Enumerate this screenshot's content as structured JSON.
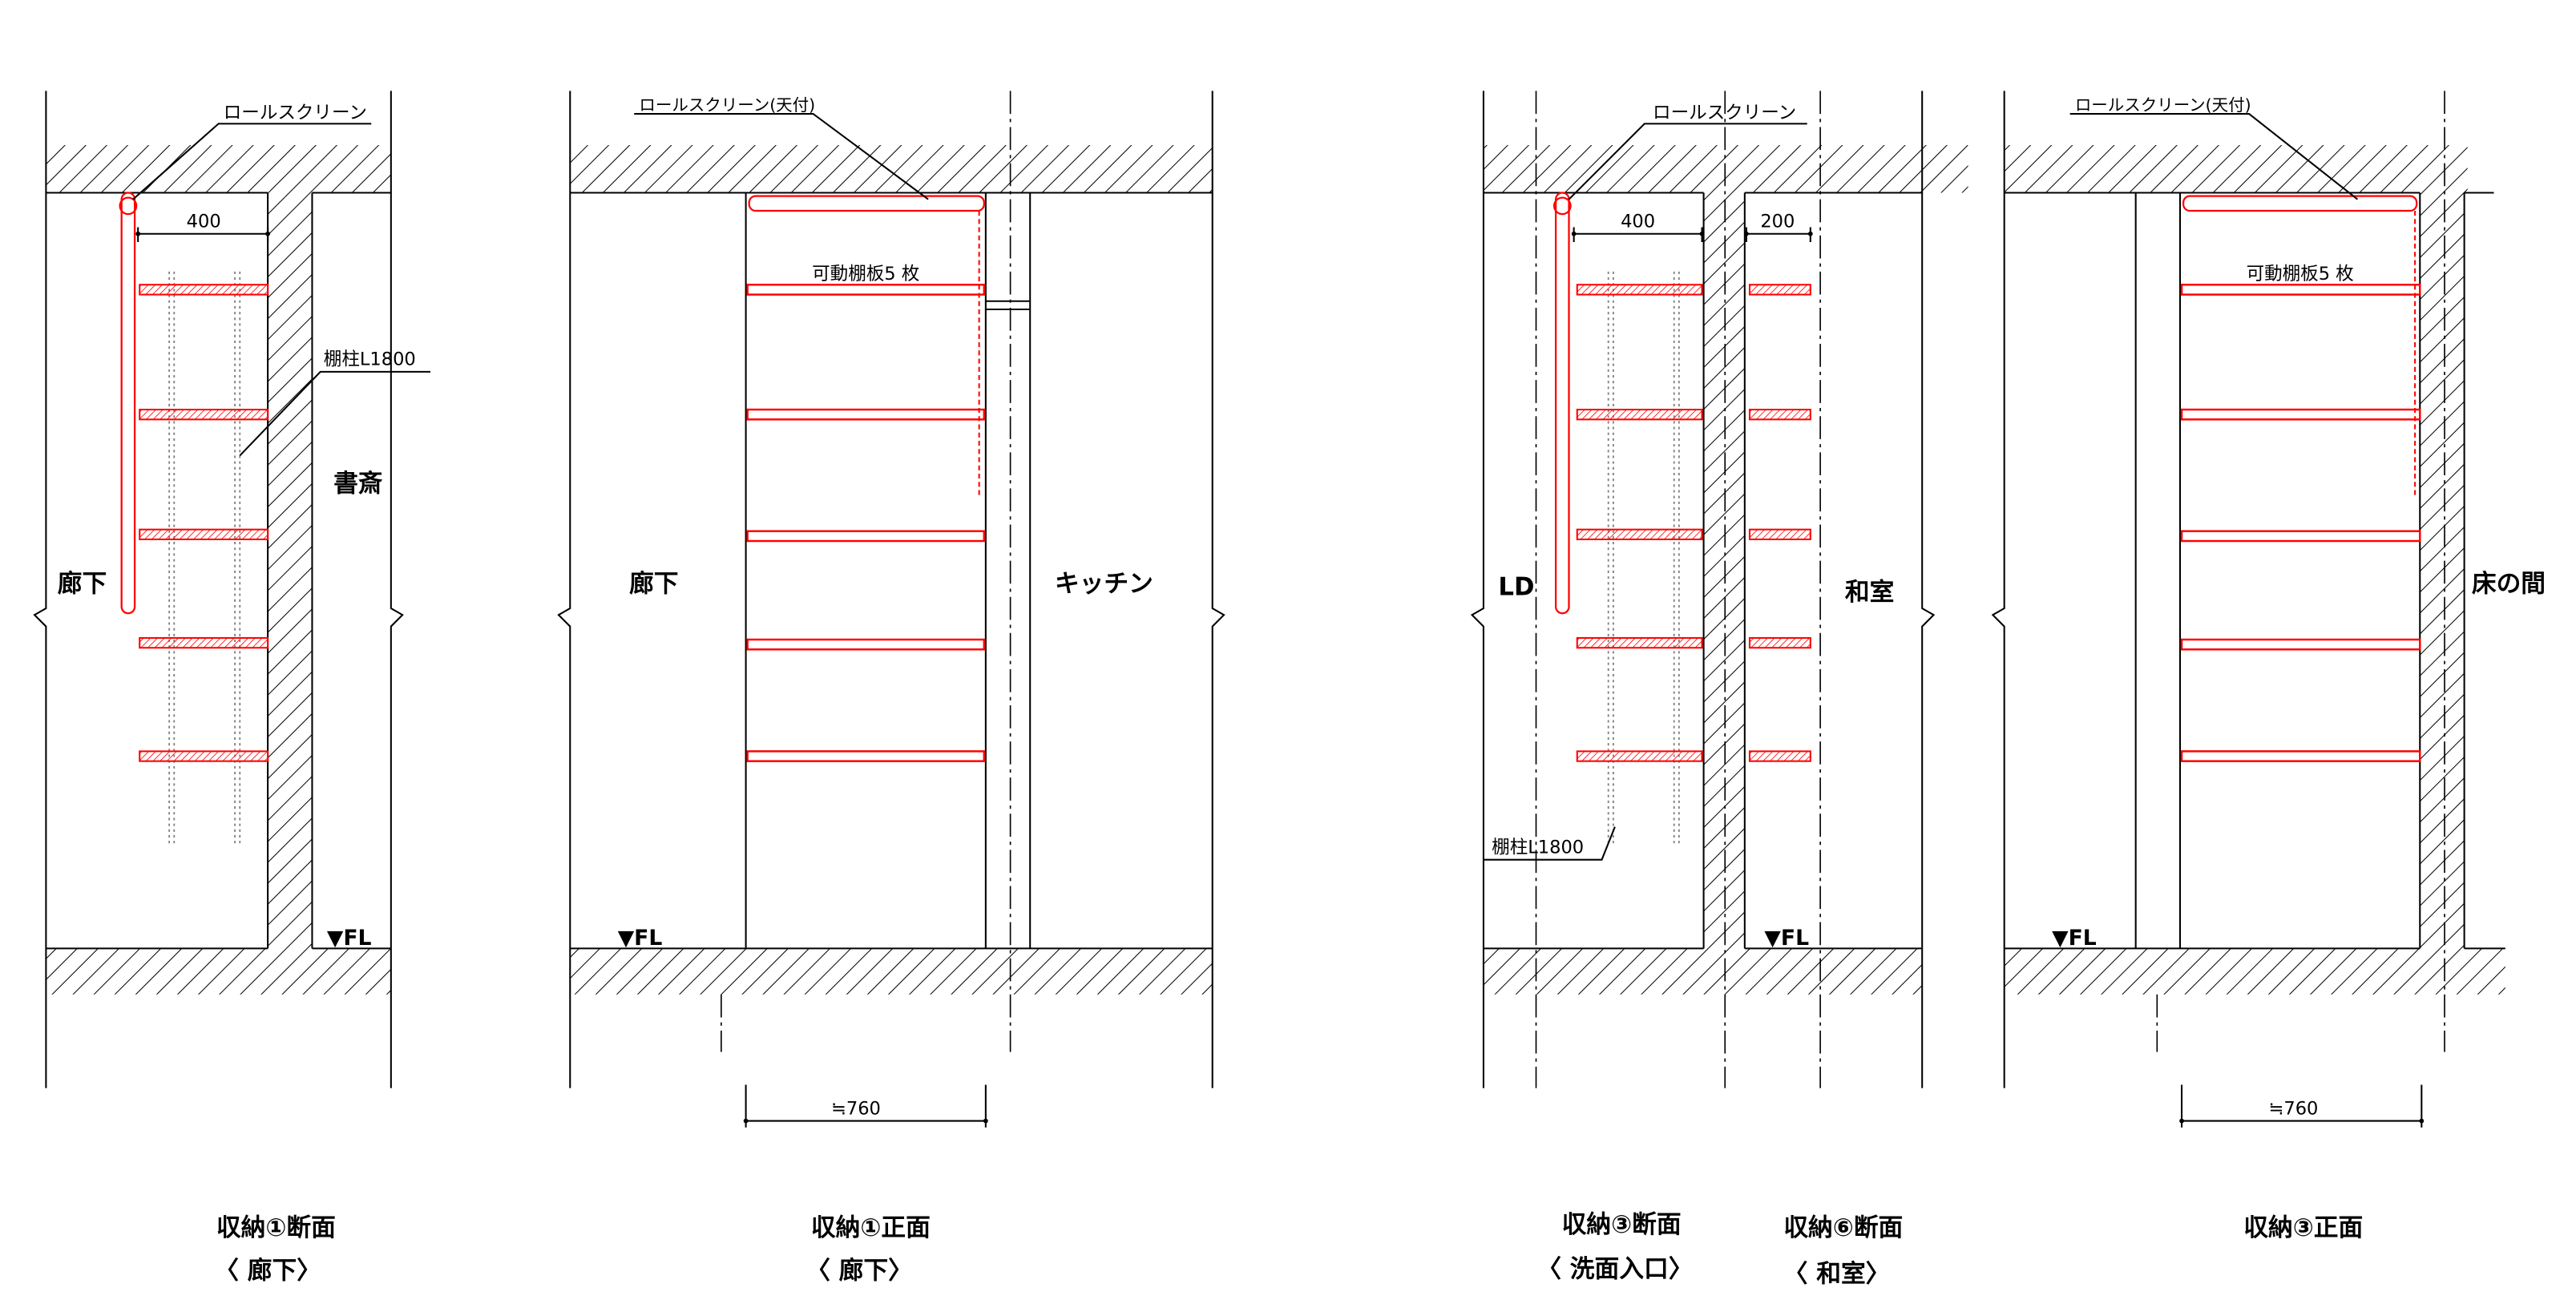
{
  "section_1": {
    "roll_screen_label": "ロールスクリーン",
    "depth_dimension": "400",
    "shelf_post_label": "棚柱L1800",
    "room_right": "書斎",
    "room_left": "廊下",
    "floor_level": "▼FL",
    "title": "収納①断面",
    "subtitle": "〈 廊下〉"
  },
  "front_1": {
    "roll_screen_label": "ロールスクリーン(天付)",
    "shelf_label": "可動棚板5 枚",
    "room_left": "廊下",
    "room_right": "キッチン",
    "floor_level": "▼FL",
    "width_dimension": "≒760",
    "title": "収納①正面",
    "subtitle": "〈 廊下〉"
  },
  "section_3_6": {
    "roll_screen_label": "ロールスクリーン",
    "depth_dimension_3": "400",
    "depth_dimension_6": "200",
    "room_left": "LD",
    "room_right": "和室",
    "shelf_post_label": "棚柱L1800",
    "floor_level": "▼FL",
    "title_3": "収納③断面",
    "subtitle_3": "〈 洗面入口〉",
    "title_6": "収納⑥断面",
    "subtitle_6": "〈 和室〉"
  },
  "front_3": {
    "roll_screen_label": "ロールスクリーン(天付)",
    "shelf_label": "可動棚板5 枚",
    "room_right": "床の間",
    "floor_level": "▼FL",
    "width_dimension": "≒760",
    "title": "収納③正面"
  },
  "colors": {
    "line": "#000000",
    "roll_screen_and_shelves": "#ff0000",
    "shelf_post": "#808080",
    "paper": "#ffffff"
  }
}
